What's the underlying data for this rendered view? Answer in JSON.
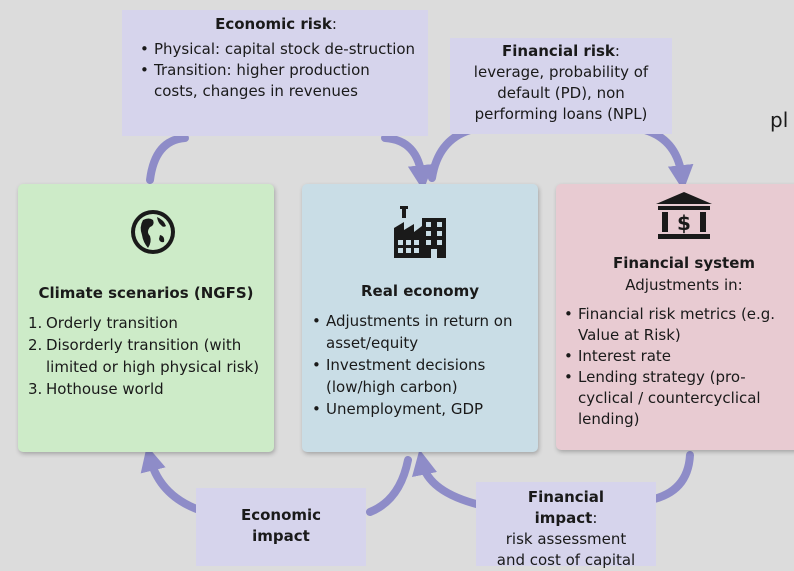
{
  "economic_risk": {
    "title": "Economic risk",
    "suffix": ":",
    "bullets": [
      "Physical: capital stock de-struction",
      "Transition: higher production costs, changes in revenues"
    ]
  },
  "financial_risk": {
    "title": "Financial risk",
    "suffix": ":",
    "text": "leverage, probability of default (PD), non performing loans (NPL)"
  },
  "stray_text": "pl",
  "climate": {
    "icon": "globe-icon",
    "title": "Climate scenarios (NGFS)",
    "items": [
      {
        "n": "1.",
        "text": "Orderly transition"
      },
      {
        "n": "2.",
        "text": "Disorderly transition (with limited or high physical risk)"
      },
      {
        "n": "3.",
        "text": "Hothouse world"
      }
    ]
  },
  "real_economy": {
    "icon": "factory-icon",
    "title": "Real economy",
    "bullets": [
      "Adjustments in return on asset/equity",
      "Investment decisions (low/high carbon)",
      "Unemployment, GDP"
    ]
  },
  "financial_system": {
    "icon": "bank-icon",
    "title": "Financial system",
    "subtitle": "Adjustments in:",
    "bullets": [
      "Financial risk metrics (e.g. Value at Risk)",
      "Interest rate",
      "Lending strategy (pro-cyclical / countercyclical lending)"
    ]
  },
  "economic_impact": {
    "title": "Economic impact"
  },
  "financial_impact": {
    "title": "Financial impact",
    "suffix": ":",
    "text": "risk assessment and cost of capital"
  },
  "colors": {
    "background": "#dcdcdc",
    "label_box": "#d6d4ec",
    "arrow": "#8e8cc8",
    "climate_card": "#cdebc8",
    "real_economy_card": "#c9dde6",
    "financial_system_card": "#e8cbd2"
  }
}
